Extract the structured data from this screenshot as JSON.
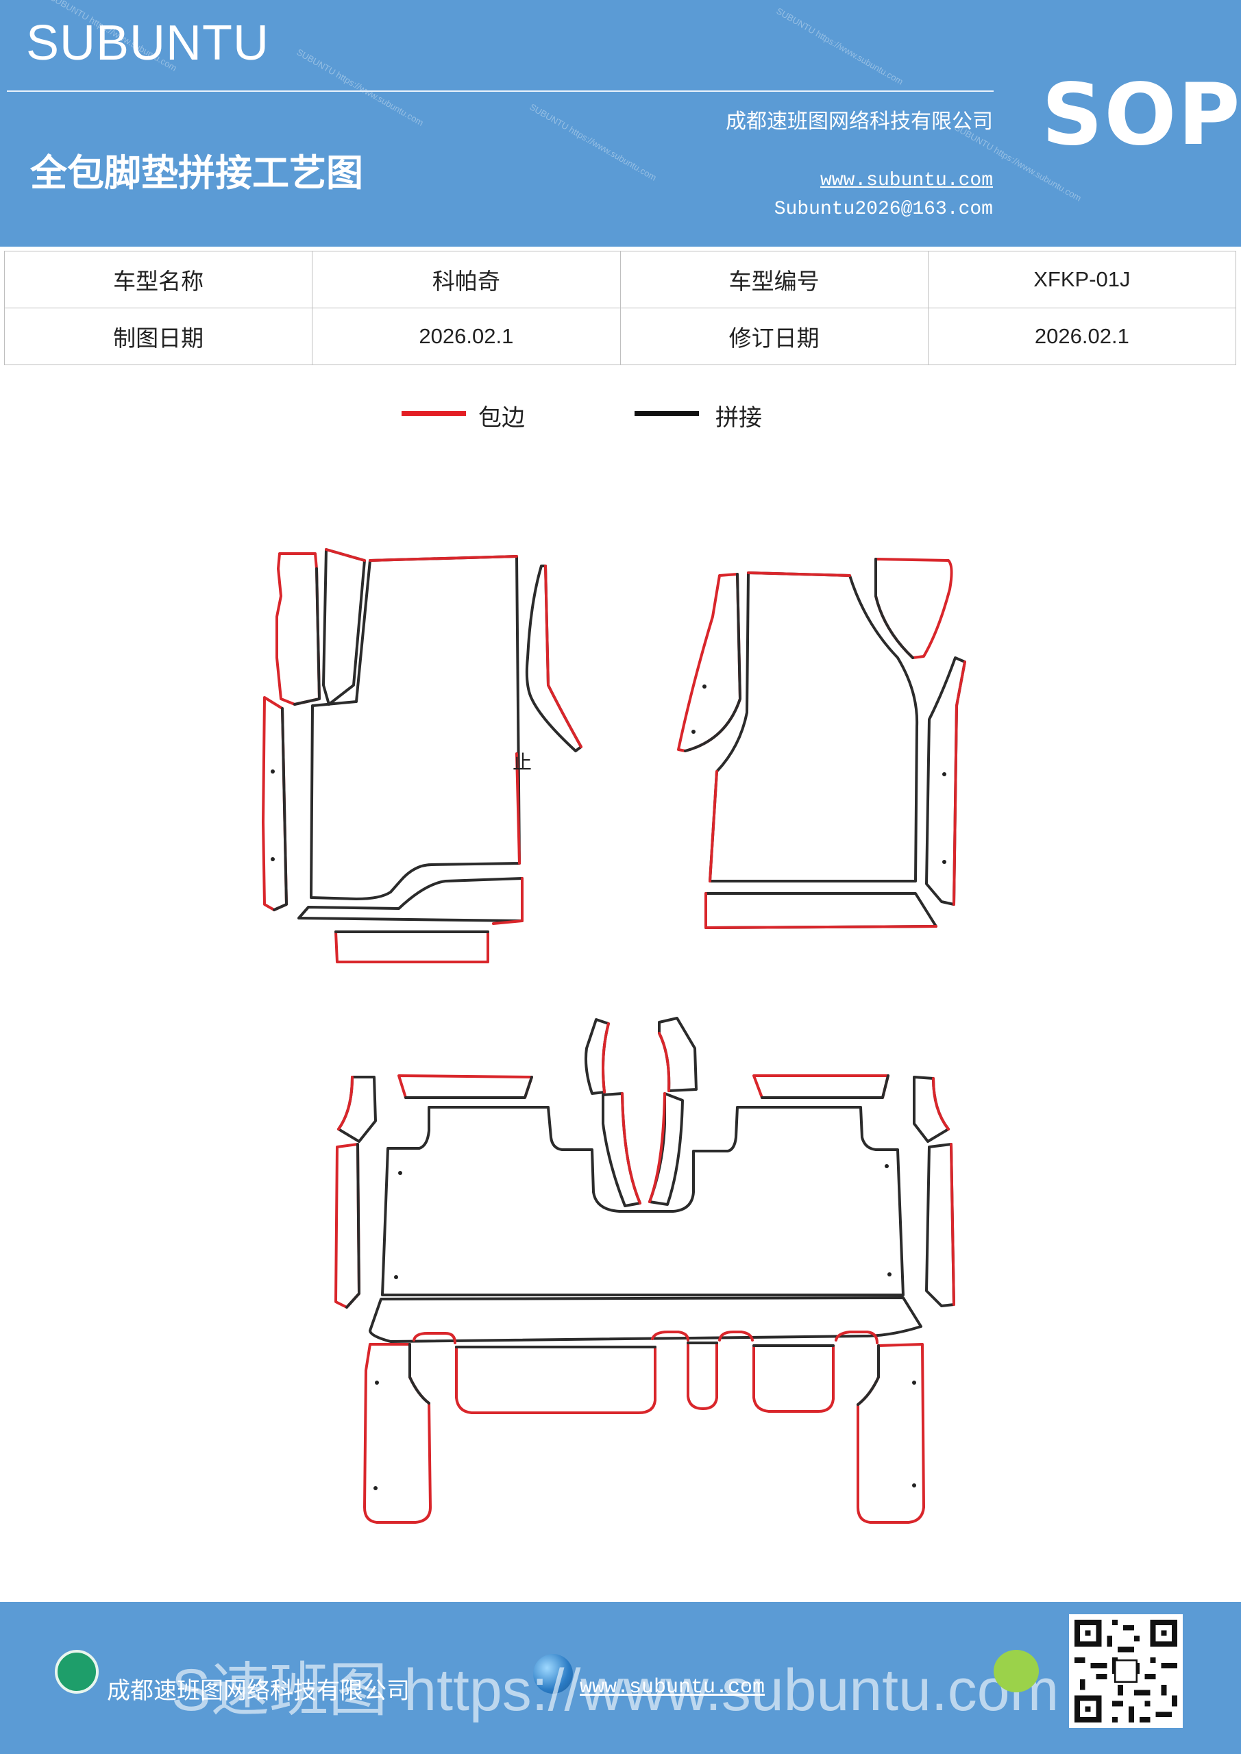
{
  "header": {
    "brand": "SUBUNTU",
    "title": "全包脚垫拼接工艺图",
    "company": "成都速班图网络科技有限公司",
    "website": "www.subuntu.com",
    "email": "Subuntu2026@163.com",
    "badge": "SOP",
    "watermark": "SUBUNTU https://www.subuntu.com"
  },
  "info_table": {
    "rows": [
      [
        "车型名称",
        "科帕奇",
        "车型编号",
        "XFKP-01J"
      ],
      [
        "制图日期",
        "2026.02.1",
        "修订日期",
        "2026.02.1"
      ]
    ]
  },
  "legend": {
    "items": [
      {
        "label": "包边",
        "color": "#e31e24"
      },
      {
        "label": "拼接",
        "color": "#111111"
      }
    ]
  },
  "drawing": {
    "stop_mark": "止",
    "colors": {
      "edge": "#d9262b",
      "seam": "#2b2b2b"
    }
  },
  "footer": {
    "company": "成都速班图网络科技有限公司",
    "website": "www.subuntu.com",
    "overlay": "S速班图 https://www.subuntu.com"
  }
}
